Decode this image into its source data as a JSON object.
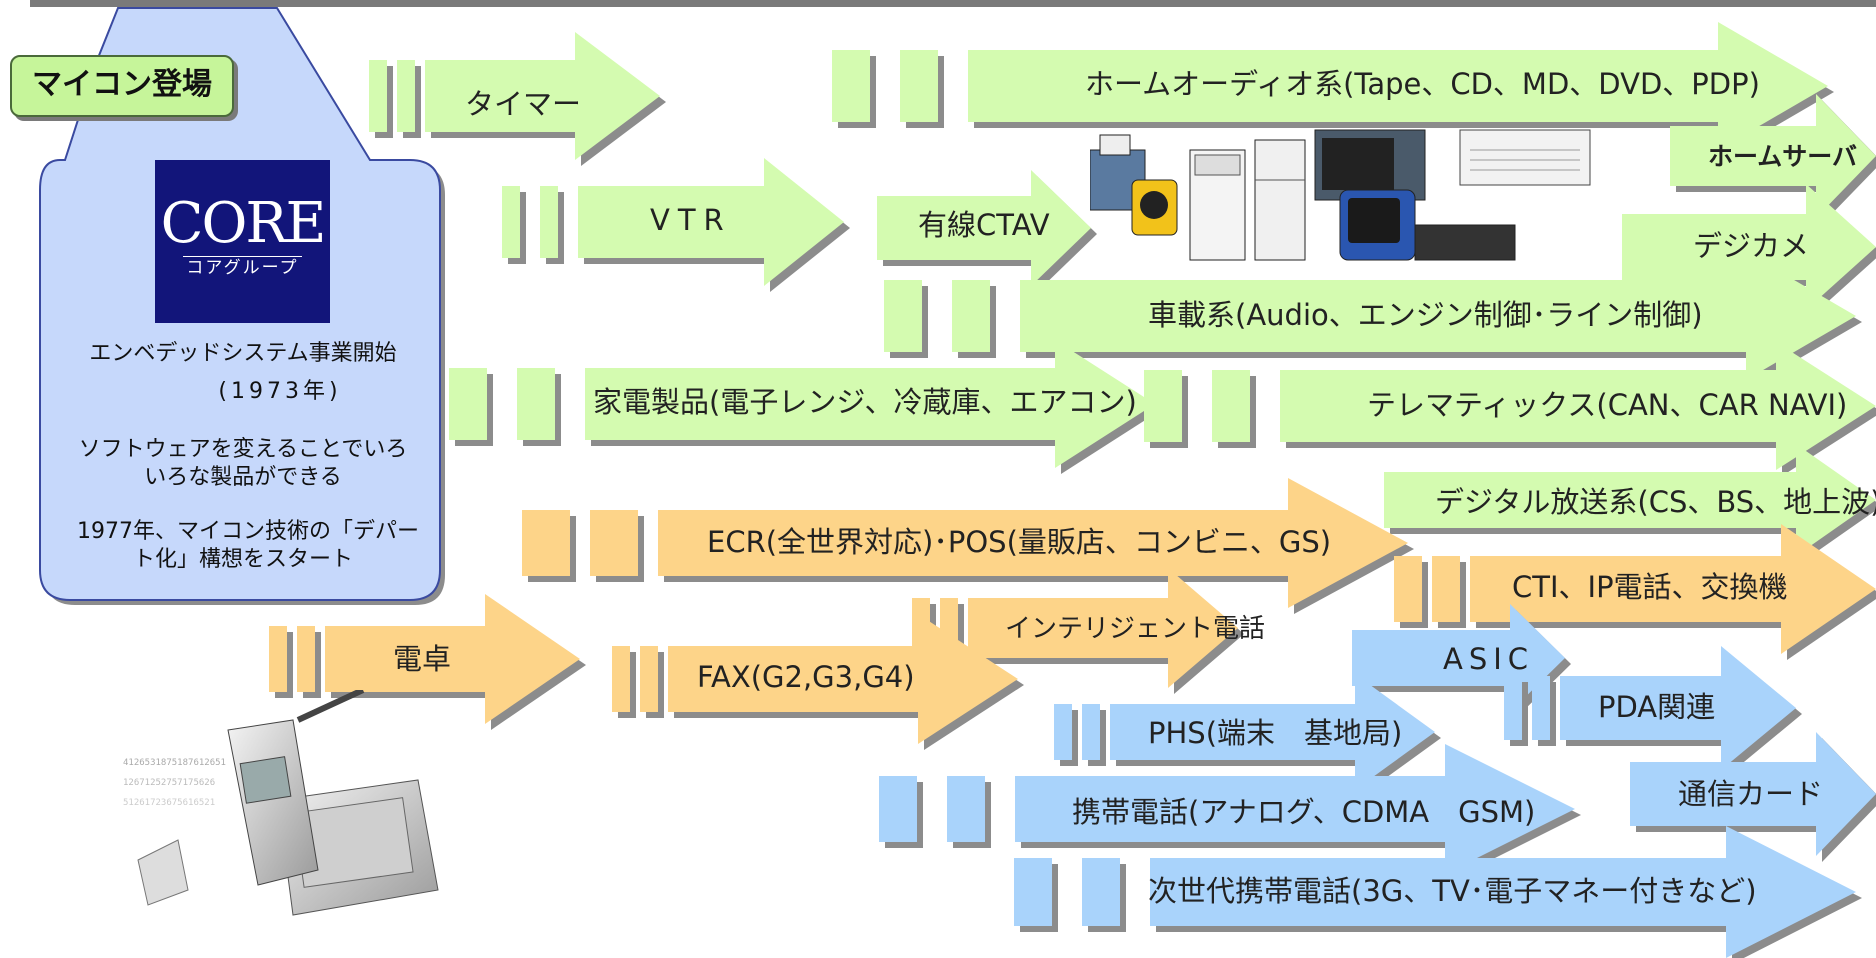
{
  "header_badge": "マイコン登場",
  "company": {
    "logo_main": "CORE",
    "logo_sub": "コアグループ",
    "line1": "エンベデッドシステム事業開始",
    "line2": "(1973年)",
    "line3": "ソフトウェアを変えることでいろ",
    "line4": "いろな製品ができる",
    "line5": "1977年、マイコン技術の「デパー",
    "line6": "ト化」構想をスタート"
  },
  "arrows": {
    "timer": "タイマー",
    "home_audio": "ホームオーディオ系(Tape、CD、MD、DVD、PDP)",
    "home_server": "ホームサーバ",
    "vtr": "VTR",
    "cable_ctav": "有線CTAV",
    "digital_camera": "デジカメ",
    "automotive": "車載系(Audio、エンジン制御･ライン制御)",
    "appliances": "家電製品(電子レンジ、冷蔵庫、エアコン)",
    "telematics": "テレマティックス(CAN、CAR NAVI)",
    "digital_broadcast": "デジタル放送系(CS、BS、地上波)",
    "ecr_pos": "ECR(全世界対応)･POS(量販店、コンビニ、GS)",
    "cti": "CTI、IP電話、交換機",
    "calculator": "電卓",
    "intelligent_phone": "インテリジェント電話",
    "asic": "ASIC",
    "fax": "FAX(G2,G3,G4)",
    "pda": "PDA関連",
    "phs": "PHS(端末　基地局)",
    "mobile_phone": "携帯電話(アナログ、CDMA　GSM)",
    "comm_card": "通信カード",
    "next_gen_mobile": "次世代携帯電話(3G、TV･電子マネー付きなど)"
  },
  "colors": {
    "green": "#d4fbb0",
    "orange": "#fdd489",
    "blue": "#a9d3fb",
    "shadow": "#8c8c8c",
    "bubble": "#c6d8fb",
    "logo_bg": "#12157a"
  }
}
